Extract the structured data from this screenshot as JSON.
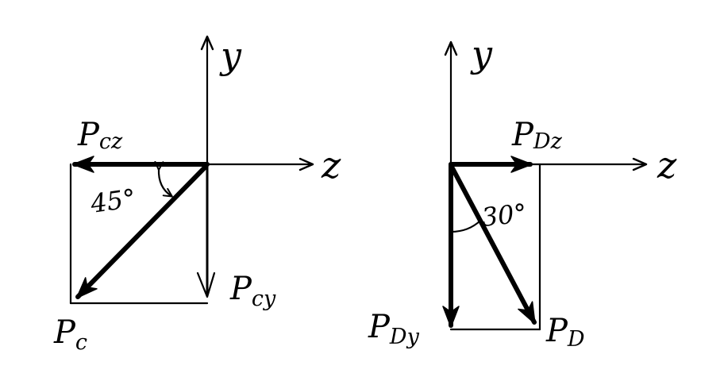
{
  "left_diagram": {
    "axis_y_label": "y",
    "axis_z_label": "z",
    "force_total": {
      "main": "P",
      "sub": "c"
    },
    "force_z": {
      "main": "P",
      "sub": "cz"
    },
    "force_y": {
      "main": "P",
      "sub": "cy"
    },
    "angle_label": "45°"
  },
  "right_diagram": {
    "axis_y_label": "y",
    "axis_z_label": "z",
    "force_total": {
      "main": "P",
      "sub": "D"
    },
    "force_z": {
      "main": "P",
      "sub": "Dz"
    },
    "force_y": {
      "main": "P",
      "sub": "Dy"
    },
    "angle_label": "30°"
  }
}
